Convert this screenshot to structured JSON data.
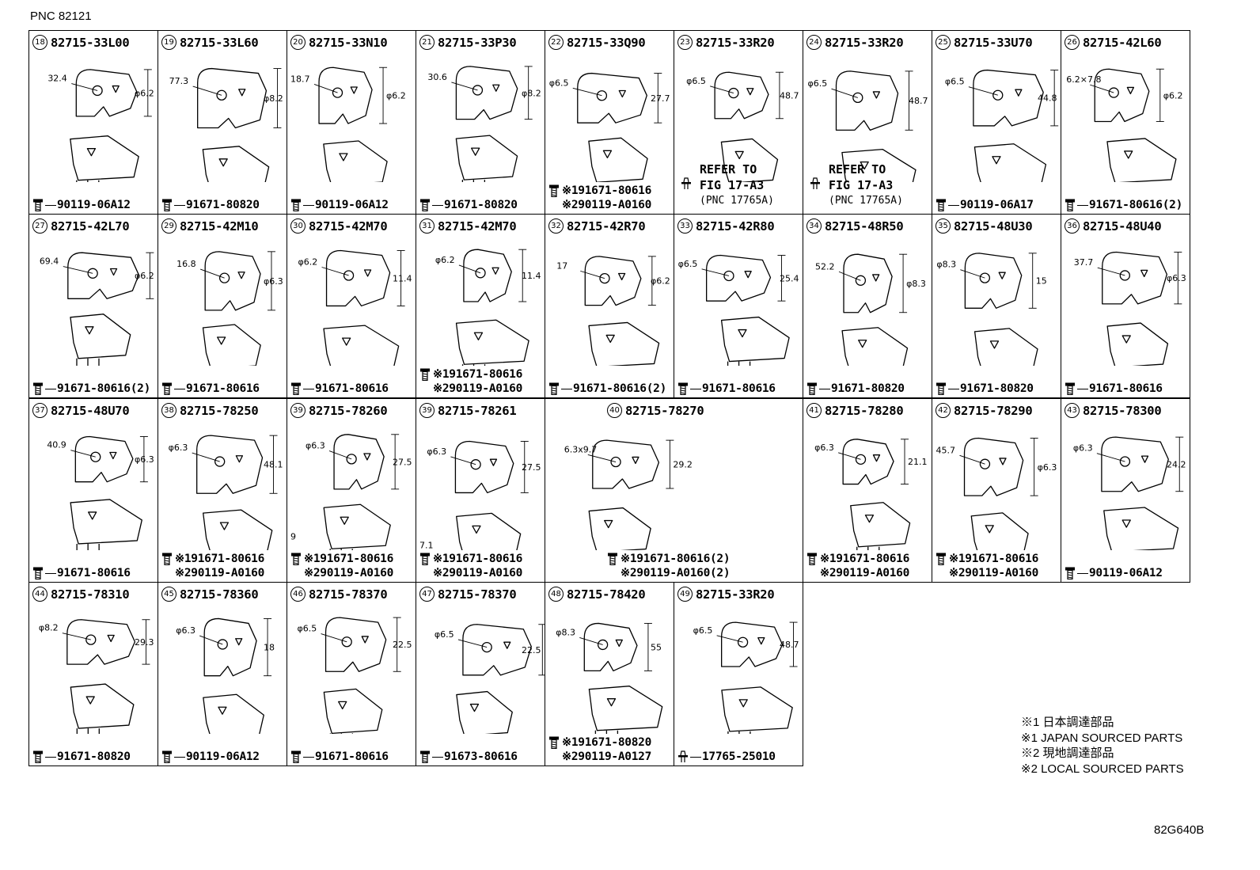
{
  "pnc_label": "PNC 82121",
  "diagram_code": "82G640B",
  "legend": [
    "※1 日本調達部品",
    "※1 JAPAN SOURCED PARTS",
    "※2 現地調達部品",
    "※2 LOCAL SOURCED PARTS"
  ],
  "rows": [
    [
      {
        "num": "18",
        "part": "82715-33L00",
        "dims": [
          "32.4",
          "φ6.2"
        ],
        "fasteners": [
          "90119-06A12"
        ]
      },
      {
        "num": "19",
        "part": "82715-33L60",
        "dims": [
          "77.3",
          "φ8.2"
        ],
        "fasteners": [
          "91671-80820"
        ]
      },
      {
        "num": "20",
        "part": "82715-33N10",
        "dims": [
          "18.7",
          "φ6.2"
        ],
        "fasteners": [
          "90119-06A12"
        ]
      },
      {
        "num": "21",
        "part": "82715-33P30",
        "dims": [
          "30.6",
          "φ8.2"
        ],
        "fasteners": [
          "91671-80820"
        ]
      },
      {
        "num": "22",
        "part": "82715-33Q90",
        "dims": [
          "φ6.5",
          "27.7"
        ],
        "fasteners": [
          "※191671-80616",
          "※290119-A0160"
        ]
      },
      {
        "num": "23",
        "part": "82715-33R20",
        "dims": [
          "φ6.5",
          "48.7"
        ],
        "fasteners": [],
        "refer": [
          "REFER TO",
          "FIG 17-A3",
          "(PNC 17765A)"
        ]
      },
      {
        "num": "24",
        "part": "82715-33R20",
        "dims": [
          "φ6.5",
          "48.7"
        ],
        "fasteners": [],
        "refer": [
          "REFER TO",
          "FIG 17-A3",
          "(PNC 17765A)"
        ]
      },
      {
        "num": "25",
        "part": "82715-33U70",
        "dims": [
          "φ6.5",
          "44.8"
        ],
        "fasteners": [
          "90119-06A17"
        ]
      },
      {
        "num": "26",
        "part": "82715-42L60",
        "dims": [
          "6.2×7.8",
          "φ6.2"
        ],
        "fasteners": [
          "91671-80616(2)"
        ]
      }
    ],
    [
      {
        "num": "27",
        "part": "82715-42L70",
        "dims": [
          "69.4",
          "φ6.2"
        ],
        "fasteners": [
          "91671-80616(2)"
        ]
      },
      {
        "num": "29",
        "part": "82715-42M10",
        "dims": [
          "16.8",
          "φ6.3"
        ],
        "fasteners": [
          "91671-80616"
        ]
      },
      {
        "num": "30",
        "part": "82715-42M70",
        "dims": [
          "φ6.2",
          "11.4"
        ],
        "fasteners": [
          "91671-80616"
        ]
      },
      {
        "num": "31",
        "part": "82715-42M70",
        "dims": [
          "φ6.2",
          "11.4"
        ],
        "fasteners": [
          "※191671-80616",
          "※290119-A0160"
        ]
      },
      {
        "num": "32",
        "part": "82715-42R70",
        "dims": [
          "17",
          "φ6.2"
        ],
        "fasteners": [
          "91671-80616(2)"
        ]
      },
      {
        "num": "33",
        "part": "82715-42R80",
        "dims": [
          "φ6.5",
          "25.4"
        ],
        "fasteners": [
          "91671-80616"
        ]
      },
      {
        "num": "34",
        "part": "82715-48R50",
        "dims": [
          "52.2",
          "φ8.3"
        ],
        "fasteners": [
          "91671-80820"
        ]
      },
      {
        "num": "35",
        "part": "82715-48U30",
        "dims": [
          "φ8.3",
          "15"
        ],
        "fasteners": [
          "91671-80820"
        ]
      },
      {
        "num": "36",
        "part": "82715-48U40",
        "dims": [
          "37.7",
          "φ6.3"
        ],
        "fasteners": [
          "91671-80616"
        ]
      }
    ],
    [
      {
        "num": "37",
        "part": "82715-48U70",
        "dims": [
          "40.9",
          "φ6.3"
        ],
        "fasteners": [
          "91671-80616"
        ]
      },
      {
        "num": "38",
        "part": "82715-78250",
        "dims": [
          "φ6.3",
          "48.1"
        ],
        "fasteners": [
          "※191671-80616",
          "※290119-A0160"
        ]
      },
      {
        "num": "39",
        "part": "82715-78260",
        "dims": [
          "φ6.3",
          "27.5",
          "9"
        ],
        "fasteners": [
          "※191671-80616",
          "※290119-A0160"
        ]
      },
      {
        "num": "39",
        "part": "82715-78261",
        "dims": [
          "φ6.3",
          "27.5",
          "7.1"
        ],
        "fasteners": [
          "※191671-80616",
          "※290119-A0160"
        ]
      },
      {
        "num": "40",
        "part": "82715-78270",
        "dims": [
          "6.3x9.7",
          "29.2"
        ],
        "fasteners": [
          "※191671-80616(2)",
          "※290119-A0160(2)"
        ],
        "wide": true
      },
      {
        "num": "41",
        "part": "82715-78280",
        "dims": [
          "φ6.3",
          "21.1"
        ],
        "fasteners": [
          "※191671-80616",
          "※290119-A0160"
        ]
      },
      {
        "num": "42",
        "part": "82715-78290",
        "dims": [
          "45.7",
          "φ6.3"
        ],
        "fasteners": [
          "※191671-80616",
          "※290119-A0160"
        ]
      },
      {
        "num": "43",
        "part": "82715-78300",
        "dims": [
          "φ6.3",
          "24.2"
        ],
        "fasteners": [
          "90119-06A12"
        ]
      }
    ],
    [
      {
        "num": "44",
        "part": "82715-78310",
        "dims": [
          "φ8.2",
          "29.3"
        ],
        "fasteners": [
          "91671-80820"
        ]
      },
      {
        "num": "45",
        "part": "82715-78360",
        "dims": [
          "φ6.3",
          "18"
        ],
        "fasteners": [
          "90119-06A12"
        ]
      },
      {
        "num": "46",
        "part": "82715-78370",
        "dims": [
          "φ6.5",
          "22.5"
        ],
        "fasteners": [
          "91671-80616"
        ]
      },
      {
        "num": "47",
        "part": "82715-78370",
        "dims": [
          "φ6.5",
          "22.5"
        ],
        "fasteners": [
          "91673-80616"
        ]
      },
      {
        "num": "48",
        "part": "82715-78420",
        "dims": [
          "φ8.3",
          "55"
        ],
        "fasteners": [
          "※191671-80820",
          "※290119-A0127"
        ]
      },
      {
        "num": "49",
        "part": "82715-33R20",
        "dims": [
          "φ6.5",
          "48.7"
        ],
        "fasteners": [
          "17765-25010"
        ],
        "clip": true
      }
    ]
  ]
}
